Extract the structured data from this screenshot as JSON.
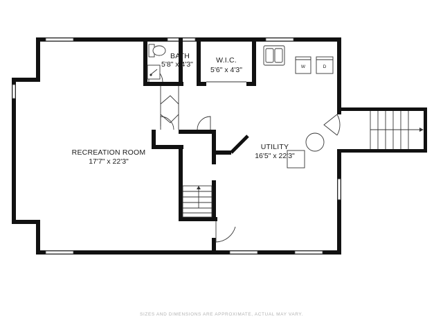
{
  "rooms": {
    "bath": {
      "name": "BATH",
      "dims": "5'8\" x 4'3\""
    },
    "wic": {
      "name": "W.I.C.",
      "dims": "5'6\" x 4'3\""
    },
    "recreation": {
      "name": "RECREATION ROOM",
      "dims": "17'7\" x 22'3\""
    },
    "utility": {
      "name": "UTILITY",
      "dims": "16'5\" x 22'3\""
    }
  },
  "appliances": {
    "washer": "W",
    "dryer": "D"
  },
  "disclaimer": "SIZES AND DIMENSIONS ARE APPROXIMATE, ACTUAL MAY VARY.",
  "colors": {
    "wall": "#111111",
    "background": "#ffffff",
    "disclaimer": "#b3b3b3"
  }
}
